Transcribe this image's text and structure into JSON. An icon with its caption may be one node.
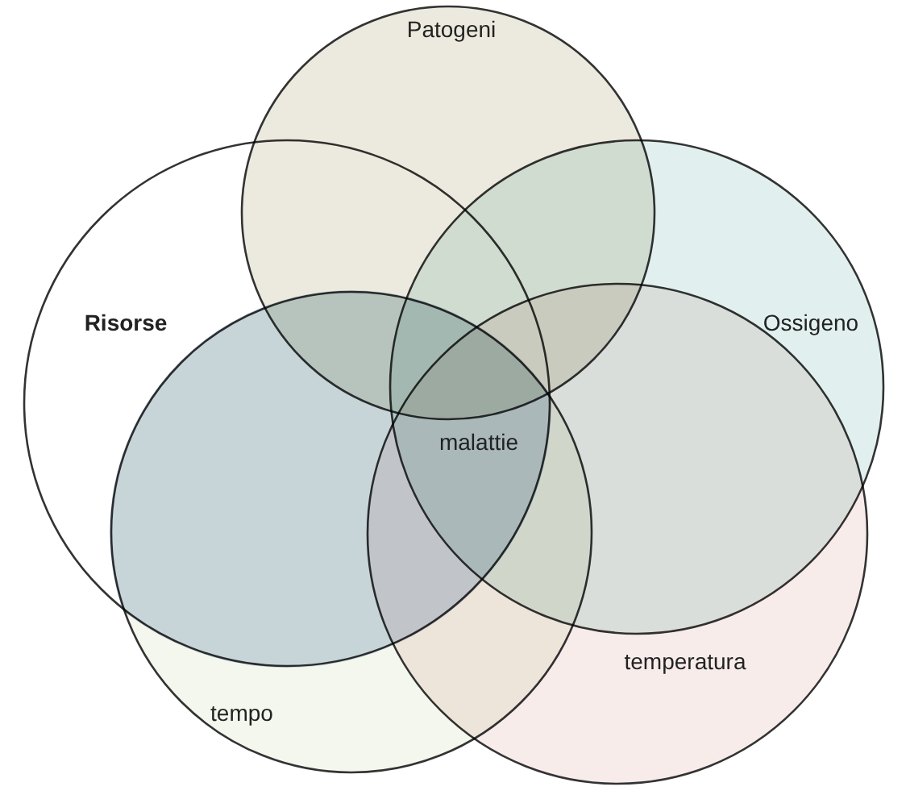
{
  "diagram": {
    "nodes": [
      {
        "text": [
          "Patogeni"
        ]
      },
      {
        "text": [
          "Risorse"
        ]
      },
      {
        "text": [
          "Ossigeno"
        ]
      },
      {
        "text": [
          "tempo"
        ]
      },
      {
        "text": [
          "temperatura"
        ]
      }
    ],
    "labels": [
      "malattie"
    ]
  }
}
